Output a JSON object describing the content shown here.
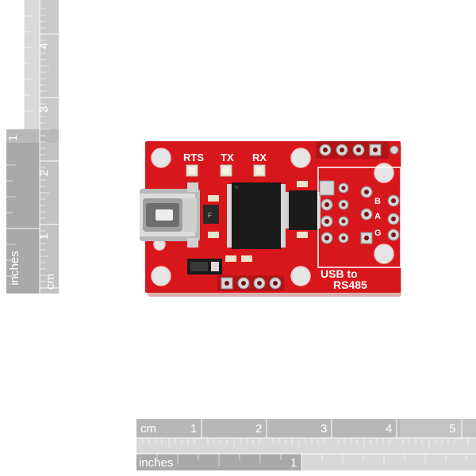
{
  "board": {
    "labels": {
      "rts": "RTS",
      "tx": "TX",
      "rx": "RX",
      "title_line1": "USB to",
      "title_line2": "RS485",
      "pin_b": "B",
      "pin_a": "A",
      "pin_g": "G"
    },
    "colors": {
      "pcb": "#d8171c",
      "silkscreen": "#ffffff",
      "pad": "#c8c8c8",
      "chip": "#1b1b1b"
    }
  },
  "rulers": {
    "left": {
      "unit_cm": "cm",
      "unit_in": "inches",
      "cm_ticks": [
        "1",
        "2",
        "3",
        "4"
      ],
      "in_ticks": [
        "1"
      ]
    },
    "bottom": {
      "unit_cm": "cm",
      "unit_in": "inches",
      "cm_ticks": [
        "1",
        "2",
        "3",
        "4",
        "5"
      ],
      "in_ticks": [
        "1"
      ]
    }
  }
}
